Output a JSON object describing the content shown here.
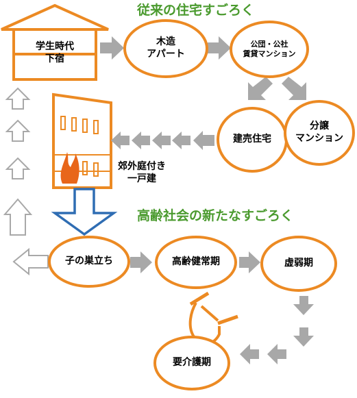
{
  "colors": {
    "orange": "#ec8a23",
    "green_title": "#4a9a2e",
    "gray_arrow": "#a8a8a8",
    "blue_arrow": "#2f6db3",
    "flame": "#e8661a"
  },
  "titles": {
    "traditional": "従来の住宅すごろく",
    "aging": "高齢社会の新たなすごろく"
  },
  "nodes": {
    "student": {
      "line1": "学生時代",
      "line2": "下宿"
    },
    "wooden": {
      "line1": "木造",
      "line2": "アパート"
    },
    "public": {
      "line1": "公団・公社",
      "line2": "賃貸マンション"
    },
    "condo": {
      "line1": "分譲",
      "line2": "マンション"
    },
    "ready_built": "建売住宅",
    "suburban": {
      "line1": "郊外庭付き",
      "line2": "一戸建"
    },
    "empty_nest": "子の巣立ち",
    "elderly": "高齢健常期",
    "frail": "虚弱期",
    "care": "要介護期"
  },
  "icons": {
    "house": "house-icon",
    "building": "burning-building-icon",
    "wheelchair": "wheelchair-icon"
  }
}
